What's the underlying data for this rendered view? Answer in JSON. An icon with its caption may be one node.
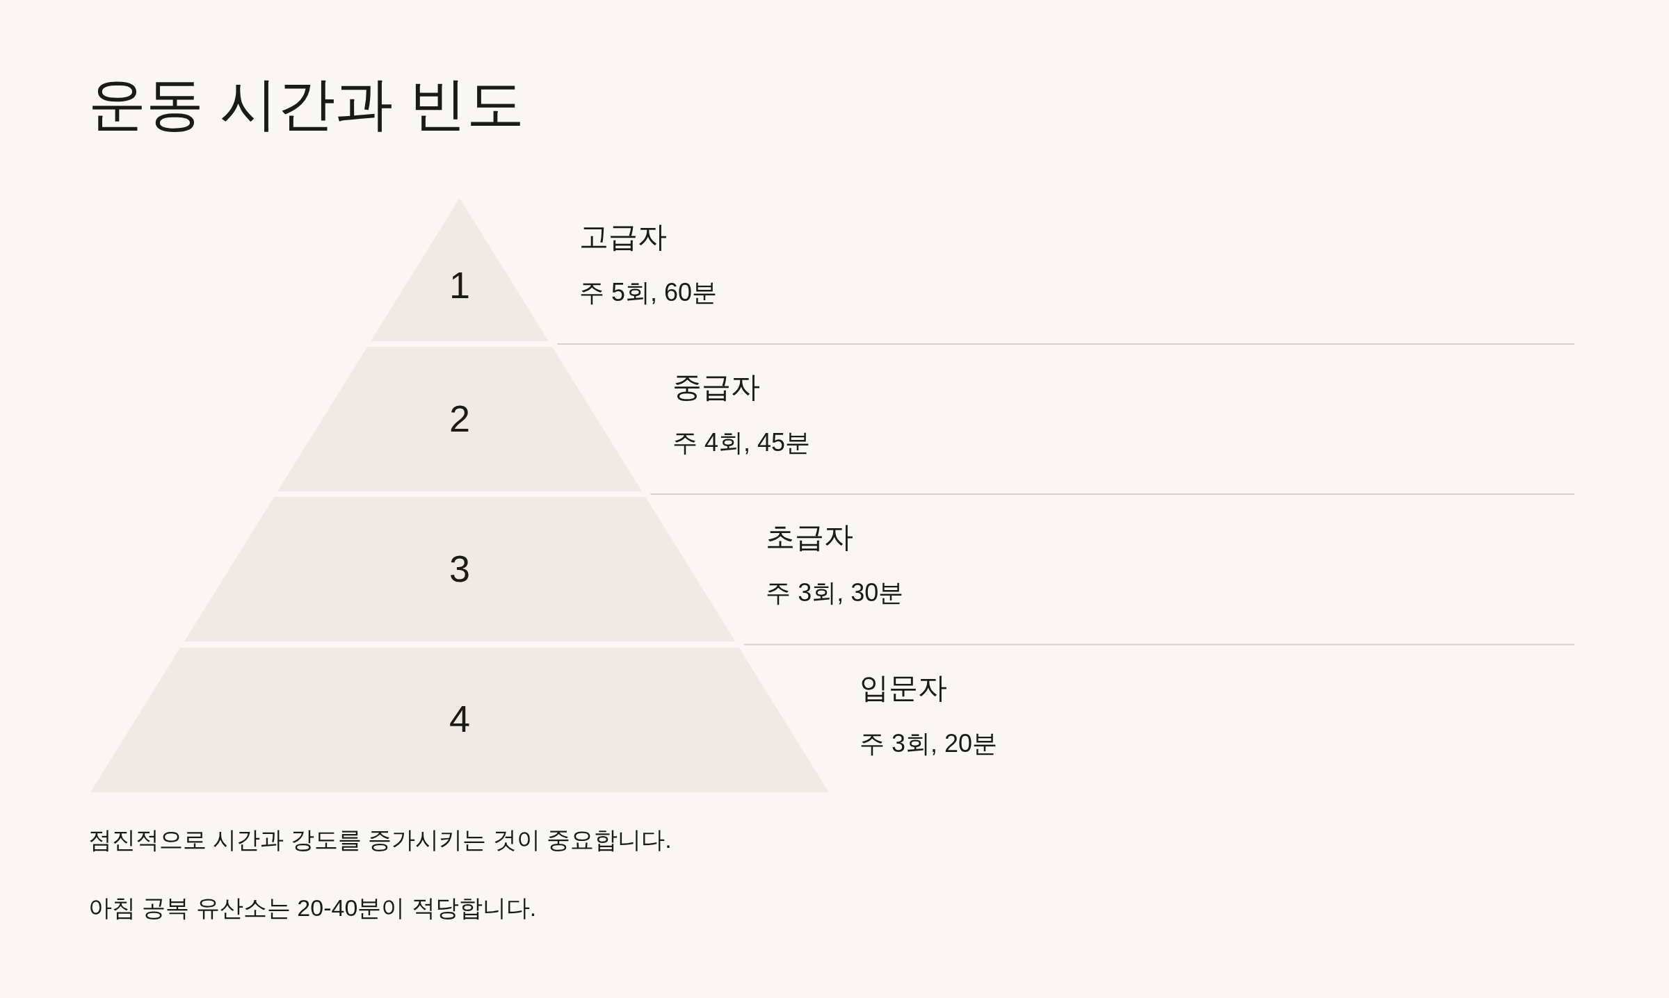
{
  "diagram": {
    "title": "운동 시간과 빈도",
    "nodes": [
      {
        "text": [
          "1"
        ],
        "beside": [
          "고급자",
          "주 5회, 60분"
        ]
      },
      {
        "text": [
          "2"
        ],
        "beside": [
          "중급자",
          "주 4회, 45분"
        ]
      },
      {
        "text": [
          "3"
        ],
        "beside": [
          "초급자",
          "주 3회, 30분"
        ]
      },
      {
        "text": [
          "4"
        ],
        "beside": [
          "입문자",
          "주 3회, 20분"
        ]
      }
    ],
    "labels": [
      "점진적으로 시간과 강도를 증가시키는 것이 중요합니다.",
      "아침 공복 유산소는 20-40분이 적당합니다."
    ]
  }
}
